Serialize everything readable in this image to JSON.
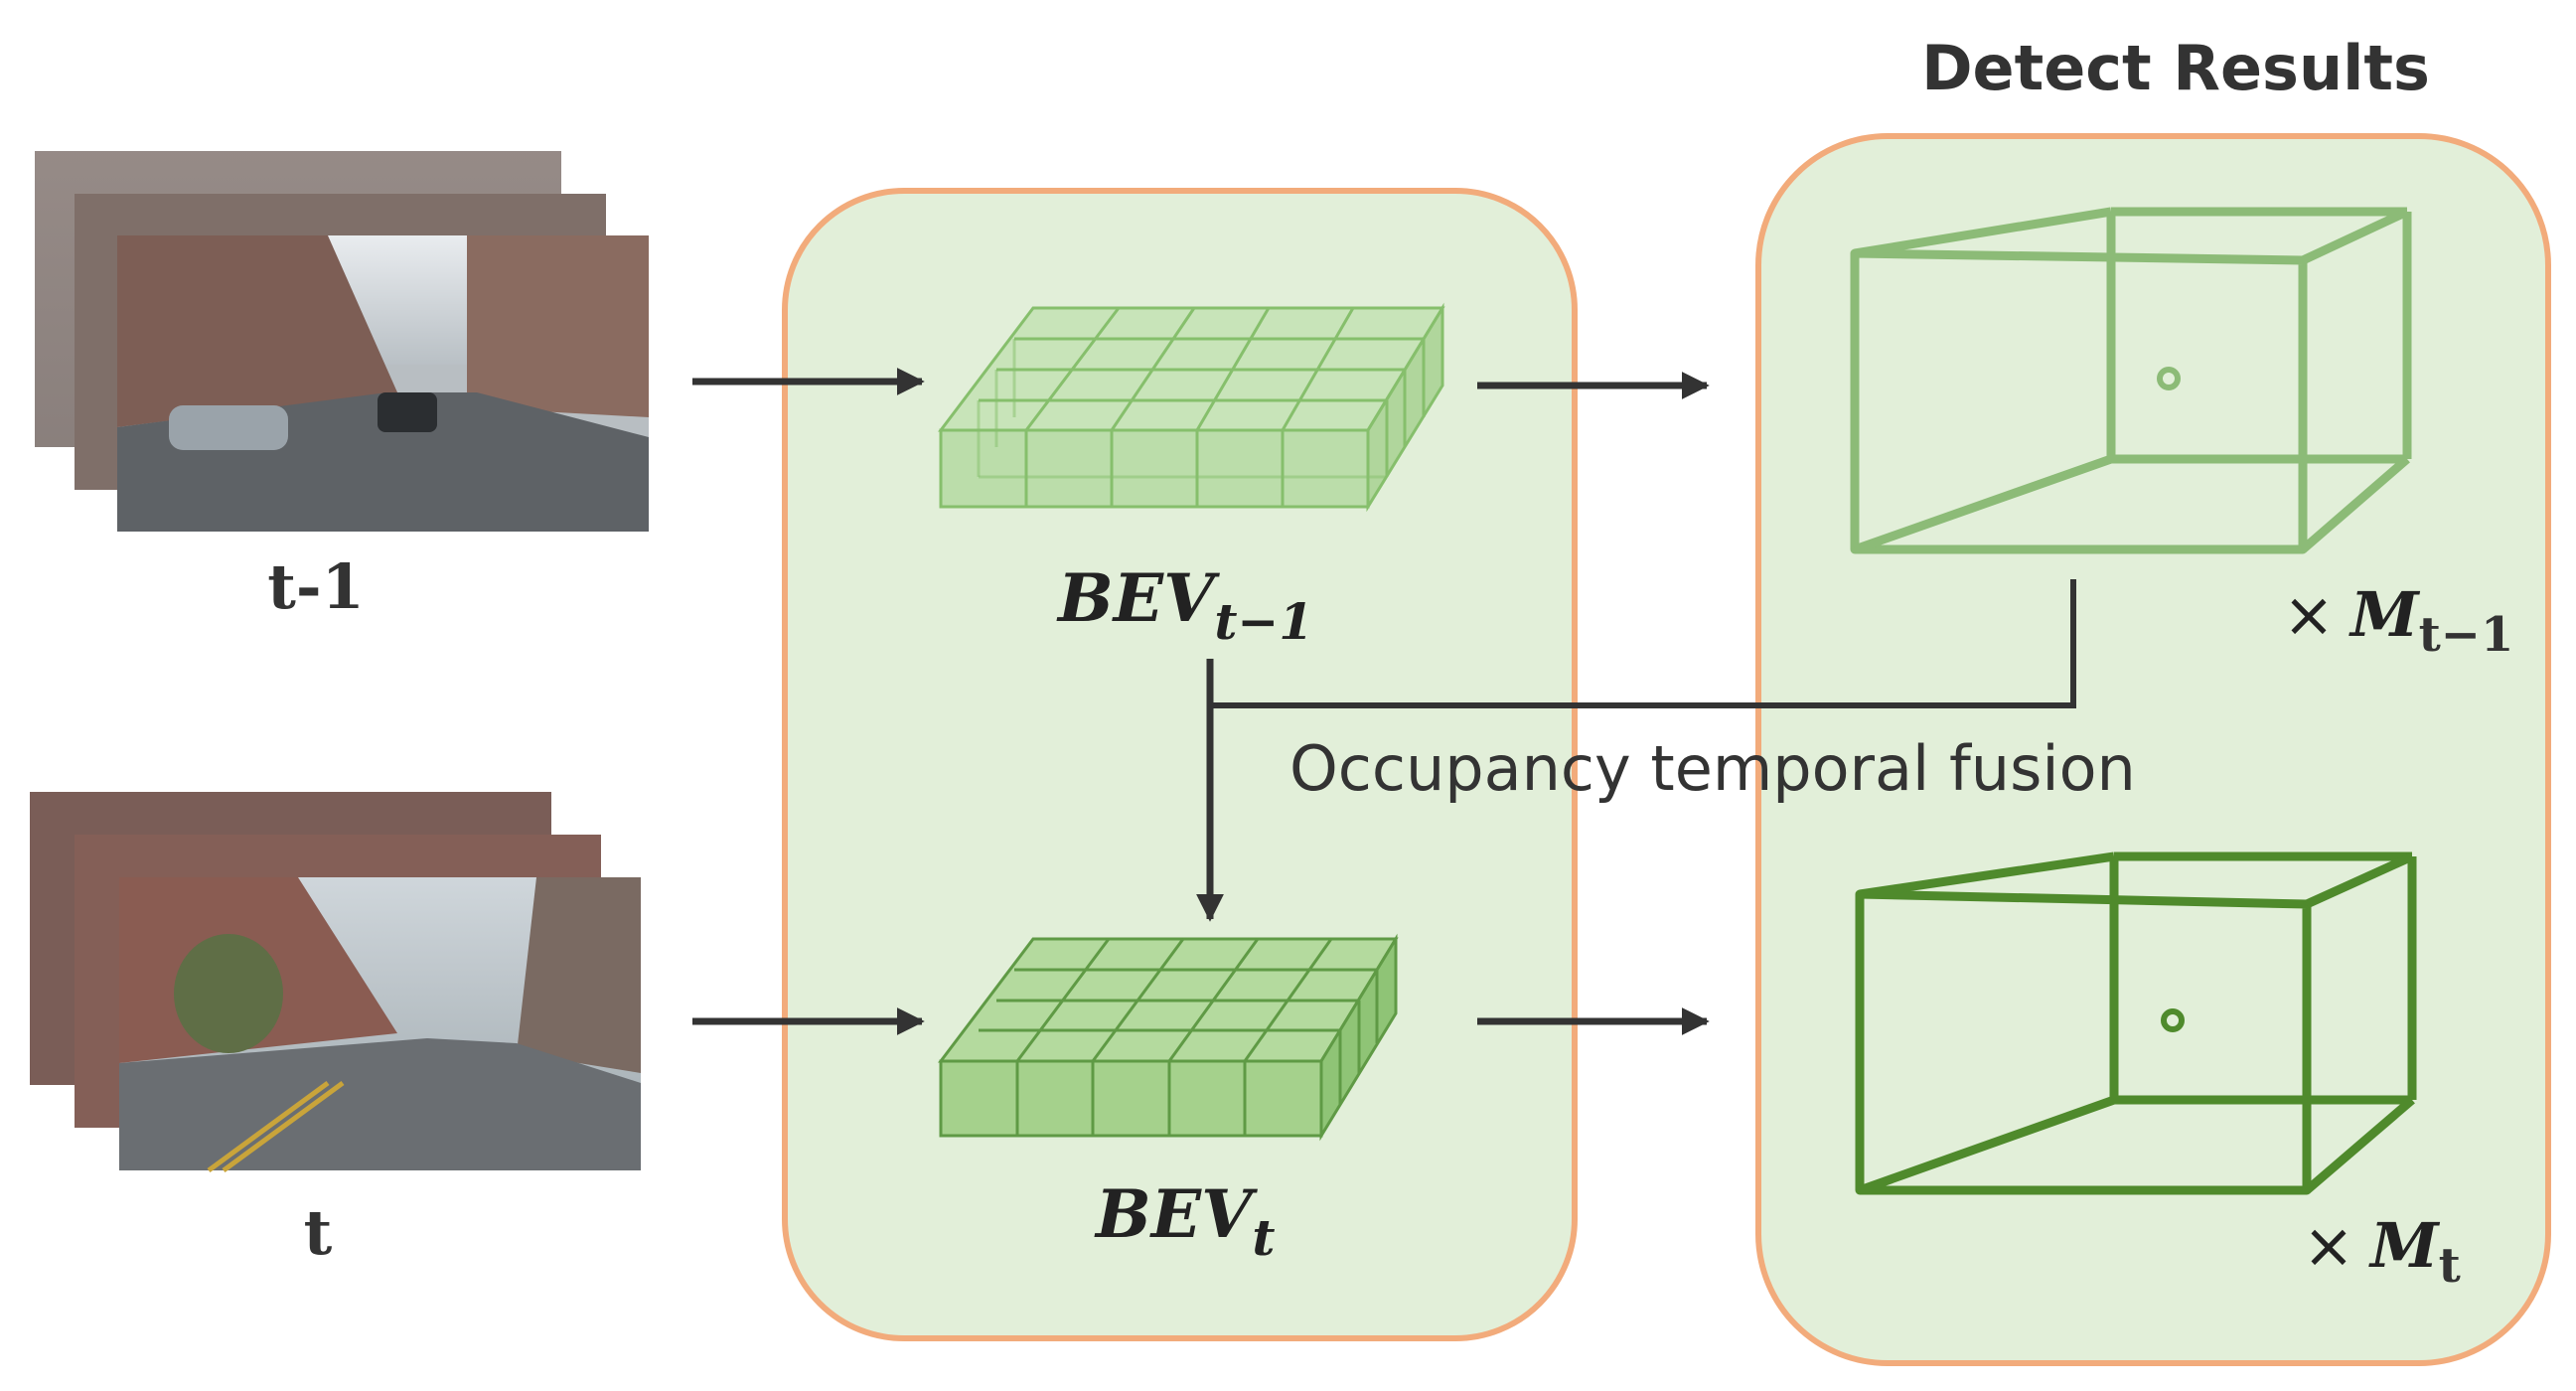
{
  "colors": {
    "panel_fill": "#e2efd9",
    "panel_stroke": "#f2ab7b",
    "grid_light": "#86bf6c",
    "grid_dark": "#4f8c34",
    "box_light": "#8cbb77",
    "box_dark": "#4f8a2c",
    "arrow": "#333333",
    "text": "#333333"
  },
  "labels": {
    "detect_results": "Detect Results",
    "frame_prev": "t-1",
    "frame_curr": "t",
    "fusion": "Occupancy temporal fusion",
    "bev_prev_base": "BEV",
    "bev_prev_sub": "t−1",
    "bev_curr_base": "BEV",
    "bev_curr_sub": "t",
    "mult_sign": "×",
    "m_prev_base": "M",
    "m_prev_sub": "t−1",
    "m_curr_base": "M",
    "m_curr_sub": "t"
  }
}
